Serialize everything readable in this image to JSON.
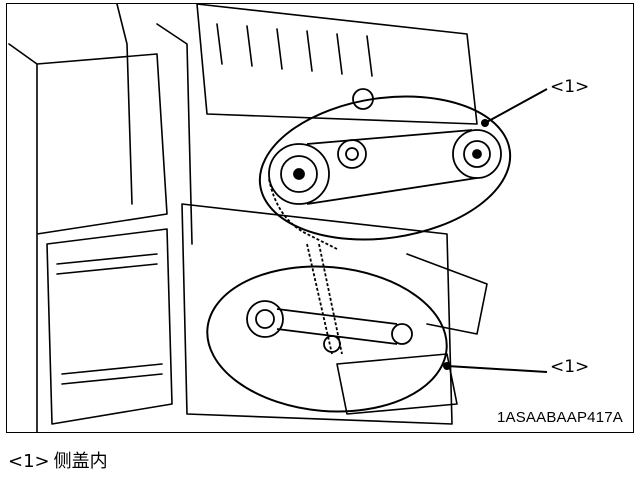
{
  "figure": {
    "code": "1ASAABAAP417A",
    "callouts": [
      "<1>",
      "<1>"
    ]
  },
  "legend": {
    "marker": "<1>",
    "text": "侧盖内"
  }
}
